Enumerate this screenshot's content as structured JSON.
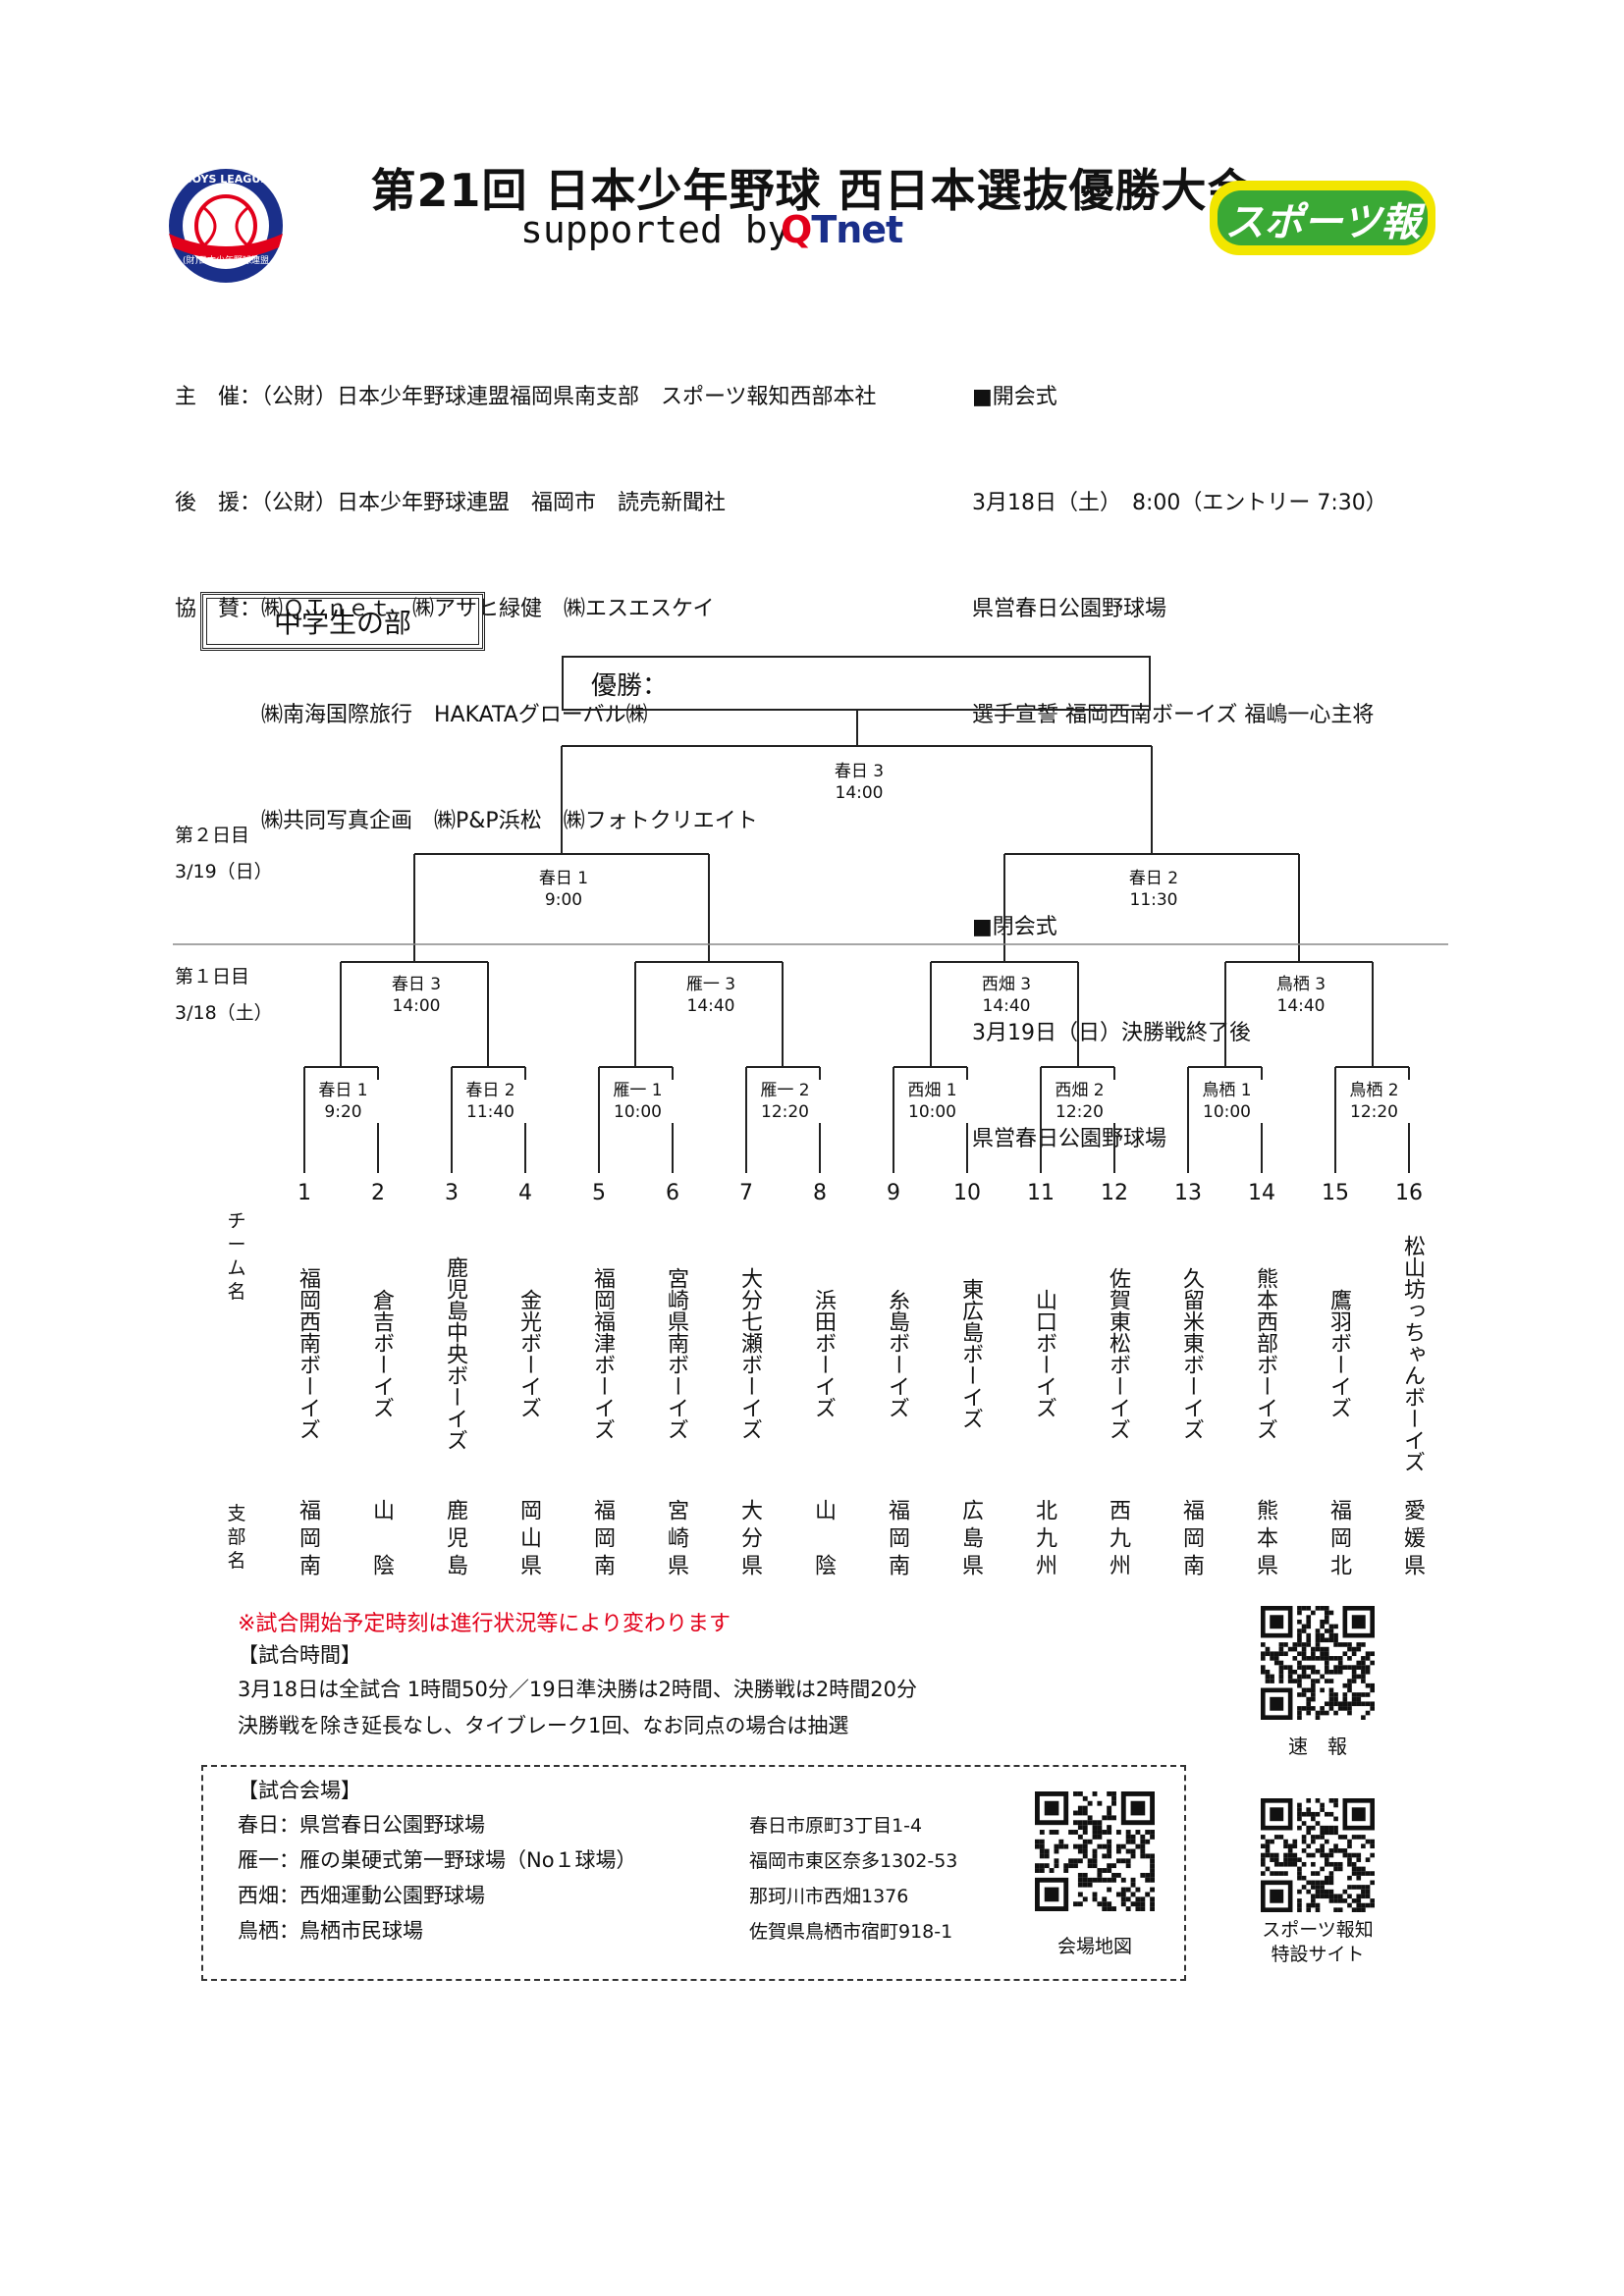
{
  "header": {
    "title": "第21回 日本少年野球 西日本選抜優勝大会",
    "supported": "supported by",
    "sponsor_logo": "QTnet",
    "left_logo_text": "BOYS LEAGUE",
    "left_logo_sub": "(財)日本少年野球連盟",
    "right_logo": "スポーツ報知"
  },
  "organizers": [
    "主　催：（公財）日本少年野球連盟福岡県南支部　スポーツ報知西部本社",
    "後　援：（公財）日本少年野球連盟　福岡市　読売新聞社",
    "協　賛：㈱ＱＴｎｅｔ　㈱アサヒ緑健　㈱エスエスケイ",
    "　　　　㈱南海国際旅行　HAKATAグローバル㈱",
    "　　　　㈱共同写真企画　㈱P&P浜松　㈱フォトクリエイト"
  ],
  "ceremonies": [
    "■開会式",
    "3月18日（土）　8:00（エントリー 7:30）",
    "県営春日公園野球場",
    "選手宣誓 福岡西南ボーイズ 福嶋一心主将",
    "",
    "■閉会式",
    "3月19日（日）決勝戦終了後",
    "県営春日公園野球場"
  ],
  "division": "中学生の部",
  "winner_label": "優勝：",
  "days": {
    "day2": "第２日目\n3/19（日）",
    "day1": "第１日目\n3/18（土）"
  },
  "matches": {
    "final": "春日 3\n14:00",
    "semi": [
      "春日 1\n9:00",
      "春日 2\n11:30"
    ],
    "quarter": [
      "春日 3\n14:00",
      "雁一 3\n14:40",
      "西畑 3\n14:40",
      "鳥栖 3\n14:40"
    ],
    "round1": [
      "春日 1\n9:20",
      "春日 2\n11:40",
      "雁一 1\n10:00",
      "雁一 2\n12:20",
      "西畑 1\n10:00",
      "西畑 2\n12:20",
      "鳥栖 1\n10:00",
      "鳥栖 2\n12:20"
    ]
  },
  "team_label": "チーム名",
  "branch_label": "支部名",
  "teams": [
    {
      "no": "1",
      "name": "福岡西南ボーイズ",
      "branch": "福岡南"
    },
    {
      "no": "2",
      "name": "倉吉ボーイズ",
      "branch": "山陰"
    },
    {
      "no": "3",
      "name": "鹿児島中央ボーイズ",
      "branch": "鹿児島"
    },
    {
      "no": "4",
      "name": "金光ボーイズ",
      "branch": "岡山県"
    },
    {
      "no": "5",
      "name": "福岡福津ボーイズ",
      "branch": "福岡南"
    },
    {
      "no": "6",
      "name": "宮崎県南ボーイズ",
      "branch": "宮崎県"
    },
    {
      "no": "7",
      "name": "大分七瀬ボーイズ",
      "branch": "大分県"
    },
    {
      "no": "8",
      "name": "浜田ボーイズ",
      "branch": "山陰"
    },
    {
      "no": "9",
      "name": "糸島ボーイズ",
      "branch": "福岡南"
    },
    {
      "no": "10",
      "name": "東広島ボーイズ",
      "branch": "広島県"
    },
    {
      "no": "11",
      "name": "山口ボーイズ",
      "branch": "北九州"
    },
    {
      "no": "12",
      "name": "佐賀東松ボーイズ",
      "branch": "西九州"
    },
    {
      "no": "13",
      "name": "久留米東ボーイズ",
      "branch": "福岡南"
    },
    {
      "no": "14",
      "name": "熊本西部ボーイズ",
      "branch": "熊本県"
    },
    {
      "no": "15",
      "name": "鷹羽ボーイズ",
      "branch": "福岡北"
    },
    {
      "no": "16",
      "name": "松山坊っちゃんボーイズ",
      "branch": "愛媛県"
    }
  ],
  "notes": {
    "warning": "※試合開始予定時刻は進行状況等により変わります",
    "time_title": "【試合時間】",
    "time_1": "3月18日は全試合 1時間50分／19日準決勝は2時間、決勝戦は2時間20分",
    "time_2": "決勝戦を除き延長なし、タイブレーク1回、なお同点の場合は抽選"
  },
  "venues": {
    "title": "【試合会場】",
    "list": [
      {
        "name": "春日：県営春日公園野球場",
        "address": "春日市原町3丁目1-4"
      },
      {
        "name": "雁一：雁の巣硬式第一野球場（No１球場）",
        "address": "福岡市東区奈多1302-53"
      },
      {
        "name": "西畑：西畑運動公園野球場",
        "address": "那珂川市西畑1376"
      },
      {
        "name": "鳥栖：鳥栖市民球場",
        "address": "佐賀県鳥栖市宿町918-1"
      }
    ],
    "map_label": "会場地図"
  },
  "qr": {
    "sokuho": "速　報",
    "site": "スポーツ報知\n特設サイト"
  },
  "colors": {
    "red": "#e2001a",
    "navy": "#1a2f8a",
    "green": "#3aa935",
    "yellow": "#f2e600"
  }
}
